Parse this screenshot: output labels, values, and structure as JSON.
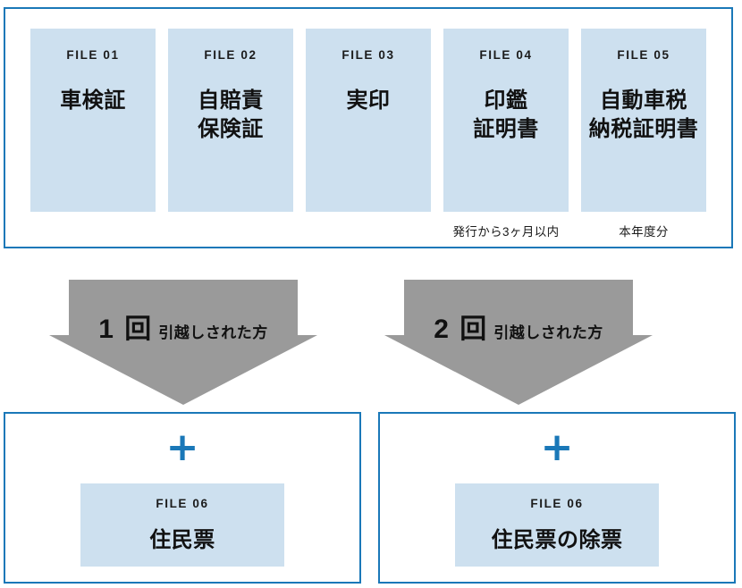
{
  "top_panel": {
    "files": [
      {
        "label": "FILE 01",
        "title": "車検証",
        "note": ""
      },
      {
        "label": "FILE 02",
        "title": "自賠責\n保険証",
        "note": ""
      },
      {
        "label": "FILE 03",
        "title": "実印",
        "note": ""
      },
      {
        "label": "FILE 04",
        "title": "印鑑\n証明書",
        "note": "発行から3ヶ月以内"
      },
      {
        "label": "FILE 05",
        "title": "自動車税\n納税証明書",
        "note": "本年度分"
      }
    ]
  },
  "arrows": [
    {
      "number": "1 回",
      "description": "引越しされた方"
    },
    {
      "number": "2 回",
      "description": "引越しされた方"
    }
  ],
  "bottom_panels": [
    {
      "plus": "+",
      "label": "FILE 06",
      "title": "住民票"
    },
    {
      "plus": "+",
      "label": "FILE 06",
      "title": "住民票の除票"
    }
  ],
  "colors": {
    "border_blue": "#1a78b8",
    "card_blue": "#cde0ef",
    "arrow_gray": "#9a9a9a",
    "text_dark": "#111111"
  }
}
